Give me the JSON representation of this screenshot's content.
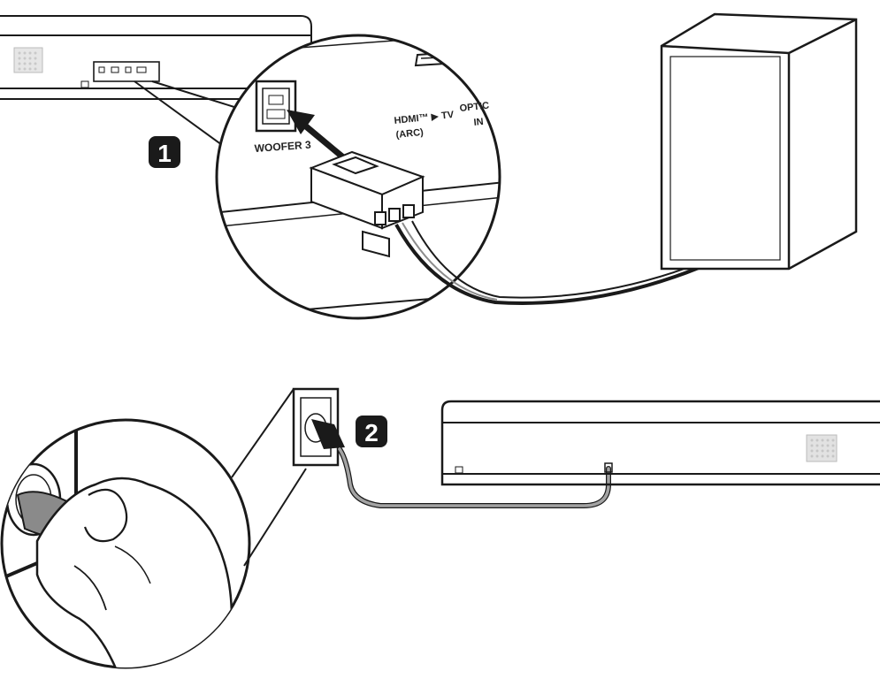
{
  "steps": [
    {
      "number": "1"
    },
    {
      "number": "2"
    }
  ],
  "ports": {
    "woofer_label": "WOOFER 3",
    "hdmi_label_line1": "HDMI™ ▶ TV",
    "hdmi_label_line2": "(ARC)",
    "optical_label_line1": "OPTIC",
    "optical_label_line2": "IN"
  },
  "colors": {
    "line": "#1a1a1a",
    "cable_gray": "#9a9a9a",
    "badge": "#1a1a1a"
  }
}
